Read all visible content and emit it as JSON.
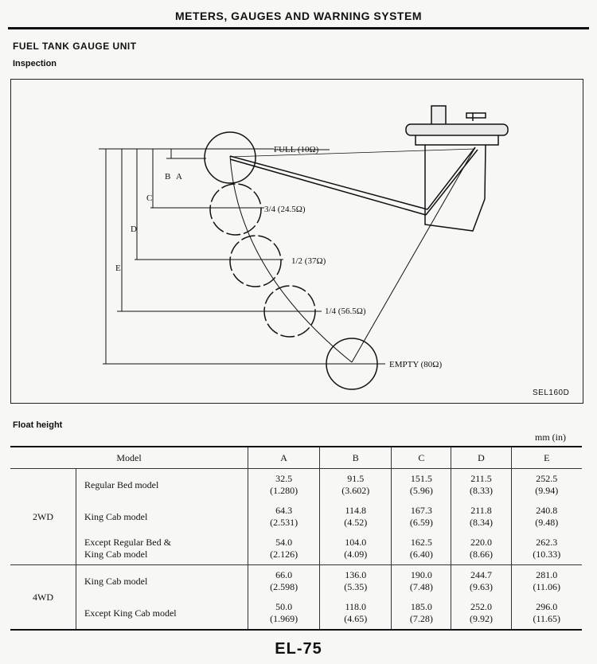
{
  "header": {
    "title": "METERS, GAUGES AND WARNING SYSTEM"
  },
  "section_title": "FUEL TANK GAUGE UNIT",
  "subsection_title": "Inspection",
  "diagram": {
    "labels": {
      "full": "FULL (10Ω)",
      "three_quarter": "3/4 (24.5Ω)",
      "half": "1/2 (37Ω)",
      "quarter": "1/4 (56.5Ω)",
      "empty": "EMPTY (80Ω)"
    },
    "dimensions": {
      "a": "A",
      "b": "B",
      "c": "C",
      "d": "D",
      "e": "E"
    },
    "figure_code": "SEL160D"
  },
  "table": {
    "title": "Float height",
    "unit_note": "mm (in)",
    "headers": [
      "Model",
      "A",
      "B",
      "C",
      "D",
      "E"
    ],
    "groups": [
      {
        "name": "2WD",
        "rows": [
          {
            "model": "Regular Bed model",
            "values": [
              {
                "mm": "32.5",
                "in": "(1.280)"
              },
              {
                "mm": "91.5",
                "in": "(3.602)"
              },
              {
                "mm": "151.5",
                "in": "(5.96)"
              },
              {
                "mm": "211.5",
                "in": "(8.33)"
              },
              {
                "mm": "252.5",
                "in": "(9.94)"
              }
            ]
          },
          {
            "model": "King Cab model",
            "values": [
              {
                "mm": "64.3",
                "in": "(2.531)"
              },
              {
                "mm": "114.8",
                "in": "(4.52)"
              },
              {
                "mm": "167.3",
                "in": "(6.59)"
              },
              {
                "mm": "211.8",
                "in": "(8.34)"
              },
              {
                "mm": "240.8",
                "in": "(9.48)"
              }
            ]
          },
          {
            "model_line1": "Except Regular Bed &",
            "model_line2": "King Cab model",
            "values": [
              {
                "mm": "54.0",
                "in": "(2.126)"
              },
              {
                "mm": "104.0",
                "in": "(4.09)"
              },
              {
                "mm": "162.5",
                "in": "(6.40)"
              },
              {
                "mm": "220.0",
                "in": "(8.66)"
              },
              {
                "mm": "262.3",
                "in": "(10.33)"
              }
            ]
          }
        ]
      },
      {
        "name": "4WD",
        "rows": [
          {
            "model": "King Cab model",
            "values": [
              {
                "mm": "66.0",
                "in": "(2.598)"
              },
              {
                "mm": "136.0",
                "in": "(5.35)"
              },
              {
                "mm": "190.0",
                "in": "(7.48)"
              },
              {
                "mm": "244.7",
                "in": "(9.63)"
              },
              {
                "mm": "281.0",
                "in": "(11.06)"
              }
            ]
          },
          {
            "model": "Except King Cab model",
            "values": [
              {
                "mm": "50.0",
                "in": "(1.969)"
              },
              {
                "mm": "118.0",
                "in": "(4.65)"
              },
              {
                "mm": "185.0",
                "in": "(7.28)"
              },
              {
                "mm": "252.0",
                "in": "(9.92)"
              },
              {
                "mm": "296.0",
                "in": "(11.65)"
              }
            ]
          }
        ]
      }
    ]
  },
  "footer": {
    "page_number": "EL-75"
  }
}
